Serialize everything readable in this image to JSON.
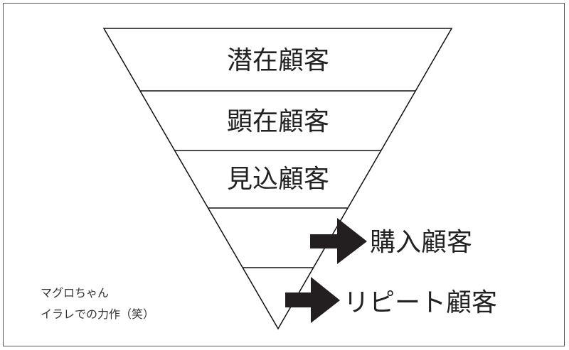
{
  "funnel": {
    "levels": [
      "潜在顧客",
      "顕在顧客",
      "見込顧客",
      "購入顧客",
      "リピート顧客"
    ]
  },
  "caption": {
    "line1": "マグロちゃん",
    "line2": "イラレでの力作（笑）"
  },
  "colors": {
    "line": "#111111",
    "arrow": "#231f20",
    "text": "#222222"
  }
}
